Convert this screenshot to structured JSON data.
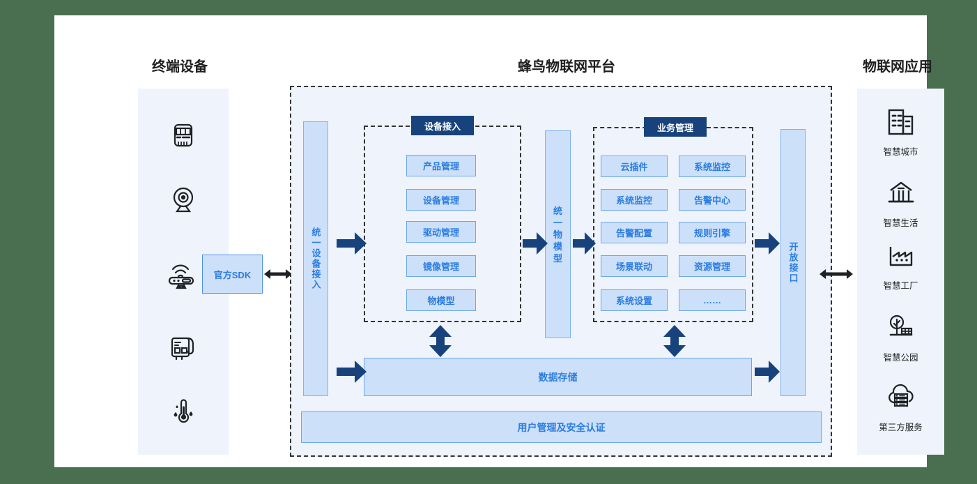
{
  "columns": {
    "terminal_title": "终端设备",
    "platform_title": "蜂鸟物联网平台",
    "apps_title": "物联网应用"
  },
  "colors": {
    "page_background": "#4a6f50",
    "card_background": "#ffffff",
    "panel_light": "#eef3fc",
    "chip_fill": "#cde0fa",
    "chip_border": "#6aa8ee",
    "chip_text": "#2b7de0",
    "badge_fill": "#17427c",
    "badge_text": "#ffffff",
    "arrow_navy": "#17427c",
    "dashed_border": "#333333"
  },
  "terminal": {
    "devices": [
      {
        "icon": "smart-meter-icon"
      },
      {
        "icon": "webcam-icon"
      },
      {
        "icon": "wireless-gateway-icon"
      },
      {
        "icon": "controller-box-icon"
      },
      {
        "icon": "temperature-humidity-sensor-icon"
      }
    ],
    "sdk_label": "官方SDK"
  },
  "platform": {
    "unified_access_label": "统一设备接入",
    "thing_model_label": "统一物模型",
    "open_api_label": "开放接口",
    "device_access": {
      "badge": "设备接入",
      "modules": [
        "产品管理",
        "设备管理",
        "驱动管理",
        "镜像管理",
        "物模型"
      ]
    },
    "business": {
      "badge": "业务管理",
      "left_modules": [
        "云插件",
        "系统监控",
        "告警配置",
        "场景联动",
        "系统设置"
      ],
      "right_modules": [
        "系统监控",
        "告警中心",
        "规则引擎",
        "资源管理",
        "……"
      ]
    },
    "storage_label": "数据存储",
    "security_label": "用户管理及安全认证"
  },
  "applications": [
    {
      "icon": "office-building-icon",
      "label": "智慧城市"
    },
    {
      "icon": "civic-building-icon",
      "label": "智慧生活"
    },
    {
      "icon": "factory-icon",
      "label": "智慧工厂"
    },
    {
      "icon": "park-tree-icon",
      "label": "智慧公园"
    },
    {
      "icon": "cloud-server-icon",
      "label": "第三方服务"
    }
  ]
}
